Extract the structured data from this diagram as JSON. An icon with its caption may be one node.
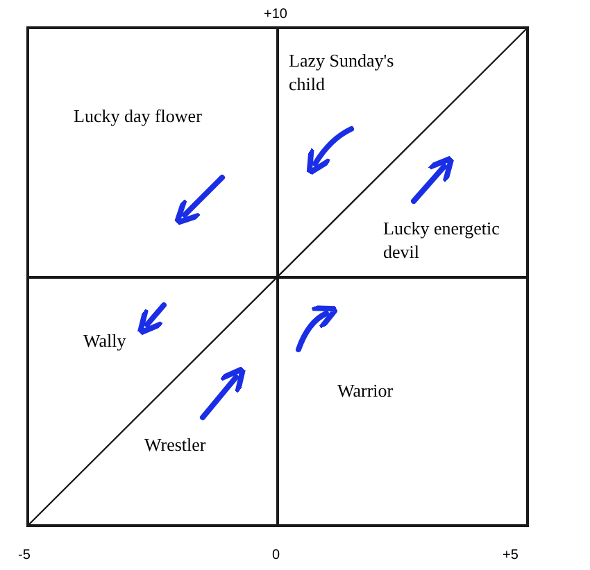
{
  "diagram": {
    "labels": [
      "+10",
      "Lucky day flower",
      "Lazy Sunday's child",
      "Lucky energetic devil",
      "Wally",
      "Warrior",
      "Wrestler",
      "-5",
      "0",
      "+5"
    ]
  }
}
